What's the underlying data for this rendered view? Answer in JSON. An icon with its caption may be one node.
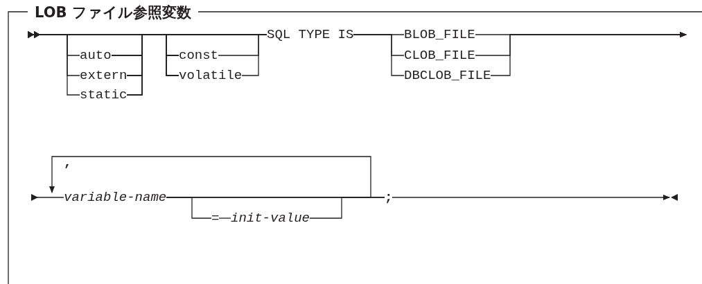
{
  "diagram": {
    "title": "LOB ファイル参照変数",
    "nodes": [
      {
        "text": [
          "auto"
        ]
      },
      {
        "text": [
          "extern"
        ]
      },
      {
        "text": [
          "static"
        ]
      },
      {
        "text": [
          "const"
        ]
      },
      {
        "text": [
          "volatile"
        ]
      },
      {
        "text": [
          "SQL TYPE IS"
        ]
      },
      {
        "text": [
          "BLOB_FILE"
        ]
      },
      {
        "text": [
          "CLOB_FILE"
        ]
      },
      {
        "text": [
          "DBCLOB_FILE"
        ]
      },
      {
        "text": [
          "variable-name"
        ]
      },
      {
        "text": [
          "="
        ]
      },
      {
        "text": [
          "init-value"
        ]
      },
      {
        "text": [
          ";"
        ]
      }
    ],
    "edges": [
      {
        "from": null,
        "to": 0,
        "arrow": "other"
      },
      {
        "from": null,
        "to": 1,
        "arrow": "other"
      },
      {
        "from": null,
        "to": 2,
        "arrow": "other"
      },
      {
        "from": null,
        "to": 3,
        "arrow": "other"
      },
      {
        "from": null,
        "to": 4,
        "arrow": "other"
      },
      {
        "from": null,
        "to": 5,
        "arrow": "other"
      },
      {
        "from": 0,
        "to": 3,
        "arrow": "none"
      },
      {
        "from": 0,
        "to": 4,
        "arrow": "none"
      },
      {
        "from": 0,
        "to": 5,
        "arrow": "none"
      },
      {
        "from": 1,
        "to": 3,
        "arrow": "none"
      },
      {
        "from": 1,
        "to": 4,
        "arrow": "none"
      },
      {
        "from": 1,
        "to": 5,
        "arrow": "none"
      },
      {
        "from": 2,
        "to": 3,
        "arrow": "none"
      },
      {
        "from": 2,
        "to": 4,
        "arrow": "none"
      },
      {
        "from": 2,
        "to": 5,
        "arrow": "none"
      },
      {
        "from": 3,
        "to": 5,
        "arrow": "none"
      },
      {
        "from": 4,
        "to": 5,
        "arrow": "none"
      },
      {
        "from": 5,
        "to": 6,
        "arrow": "none"
      },
      {
        "from": 5,
        "to": 7,
        "arrow": "none"
      },
      {
        "from": 5,
        "to": 8,
        "arrow": "none"
      },
      {
        "from": 6,
        "to": null,
        "arrow": "to"
      },
      {
        "from": 7,
        "to": null,
        "arrow": "to"
      },
      {
        "from": 8,
        "to": null,
        "arrow": "to"
      },
      {
        "from": null,
        "to": 9,
        "arrow": "other"
      },
      {
        "from": 9,
        "to": 10,
        "arrow": "none"
      },
      {
        "from": 10,
        "to": 11,
        "arrow": "none"
      },
      {
        "from": 11,
        "to": 12,
        "arrow": "none"
      },
      {
        "from": 9,
        "to": 12,
        "arrow": "none"
      },
      {
        "from": 9,
        "to": 9,
        "arrow": "to",
        "label": ","
      },
      {
        "from": 12,
        "to": null,
        "arrow": "to"
      }
    ]
  }
}
